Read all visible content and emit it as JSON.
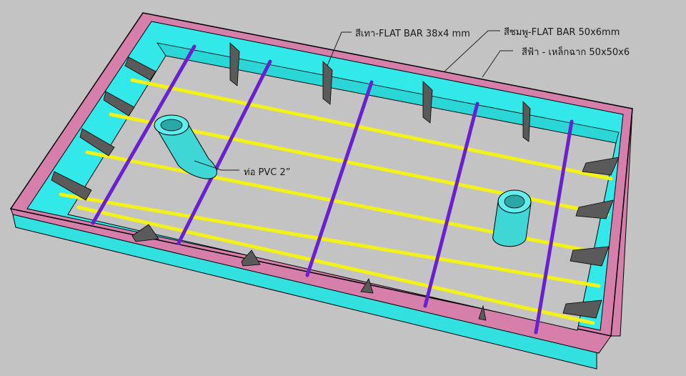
{
  "labels": {
    "gray_flat_bar": "สีเทา-FLAT BAR 38x4 mm",
    "pink_flat_bar": "สีชมพู-FLAT BAR 50x6mm",
    "blue_angle_steel": "สีฟ้า - เหล็กฉาก 50x50x6",
    "pvc_pipe": "ท่อ PVC 2”"
  },
  "colors": {
    "pink": "#d67fab",
    "cyan": "#33e8e8",
    "yellow": "#f2f21a",
    "purple": "#6a1fd1",
    "gray_plate": "#5a5a5a",
    "background": "#c3c3c3"
  }
}
